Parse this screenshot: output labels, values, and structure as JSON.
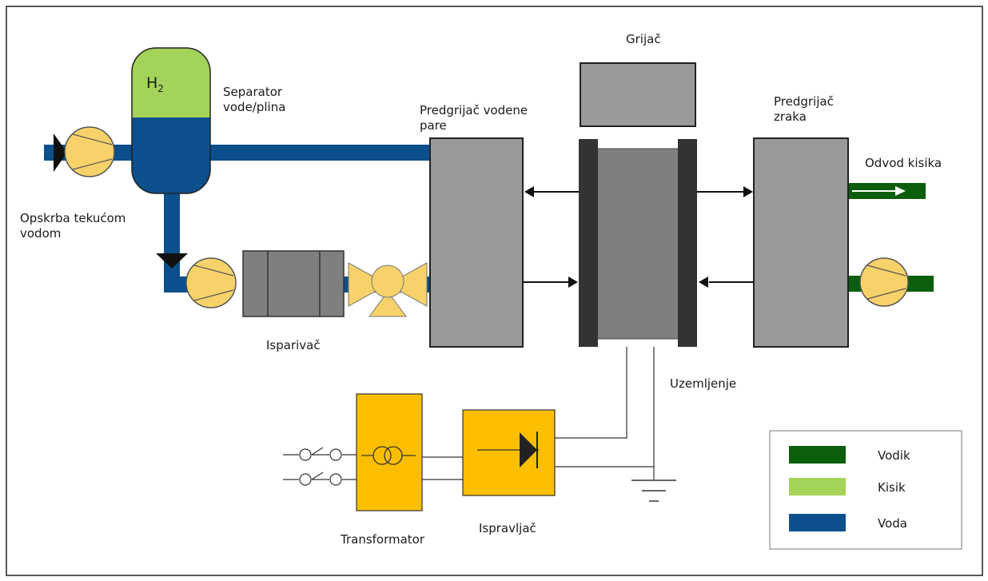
{
  "labels": {
    "h2": "H",
    "h2_sub": "2",
    "separator": "Separator\nvode/plina",
    "supply": "Opskrba tekućom\nvodom",
    "steam_preheater": "Predgrijač vodene\npare",
    "heater": "Grijač",
    "air_preheater": "Predgrijač\nzraka",
    "oxygen_outlet": "Odvod kisika",
    "evaporator": "Isparivač",
    "grounding": "Uzemljenje",
    "transformer": "Transformator",
    "rectifier": "Ispravljač"
  },
  "legend": [
    {
      "label": "Vodik",
      "color": "#0b5e0b"
    },
    {
      "label": "Kisik",
      "color": "#a4d35a"
    },
    {
      "label": "Voda",
      "color": "#0b4f8c"
    }
  ],
  "colors": {
    "water": "#0b4f8c",
    "hydrogen": "#0b5e0b",
    "oxygen": "#a4d35a",
    "pump": "#f7d26a",
    "equipment_gray": "#9a9a9a",
    "electrical": "#fbbf00",
    "electrode": "#333333"
  }
}
